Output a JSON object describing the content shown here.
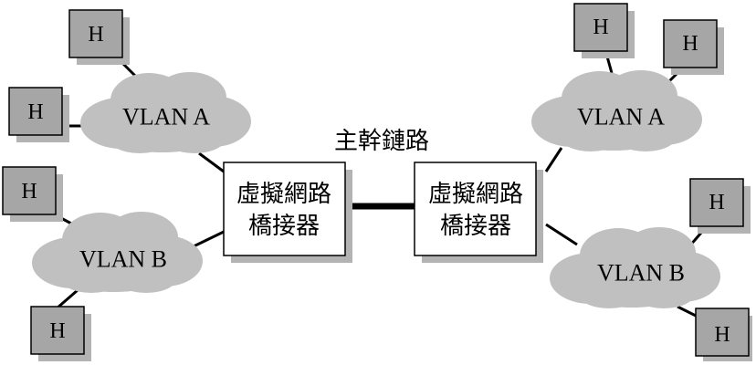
{
  "trunk_label": "主幹鏈路",
  "bridges": [
    {
      "line1": "虛擬網路",
      "line2": "橋接器"
    },
    {
      "line1": "虛擬網路",
      "line2": "橋接器"
    }
  ],
  "clouds": [
    {
      "label": "VLAN A"
    },
    {
      "label": "VLAN B"
    },
    {
      "label": "VLAN A"
    },
    {
      "label": "VLAN B"
    }
  ],
  "host_label": "H",
  "colors": {
    "cloud_fill": "#c0c0c0",
    "host_fill": "#a6a6a6",
    "shadow": "#b3b3b3",
    "line": "#000000",
    "bridge_fill": "#ffffff"
  }
}
